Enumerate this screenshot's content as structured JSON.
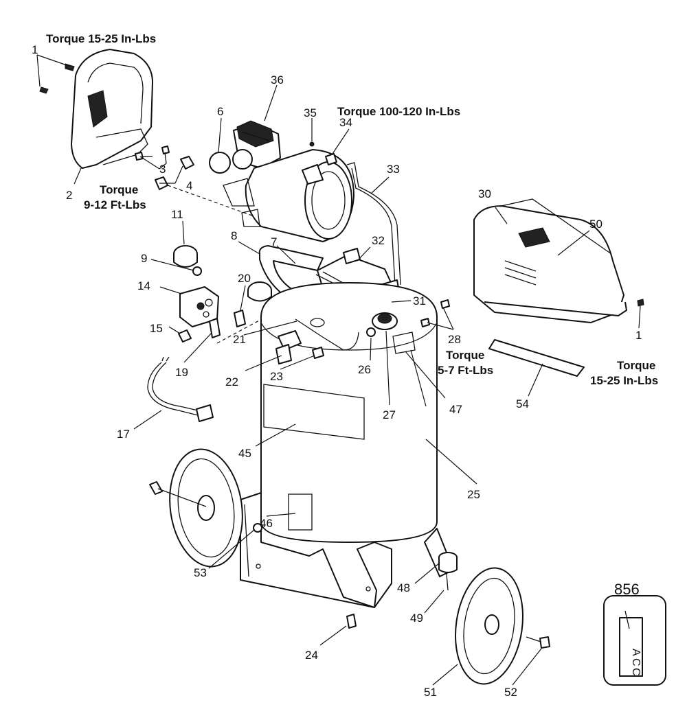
{
  "diagram": {
    "callouts": [
      {
        "n": "1"
      },
      {
        "n": "2"
      },
      {
        "n": "3"
      },
      {
        "n": "4"
      },
      {
        "n": "6"
      },
      {
        "n": "7"
      },
      {
        "n": "8"
      },
      {
        "n": "9"
      },
      {
        "n": "11"
      },
      {
        "n": "14"
      },
      {
        "n": "15"
      },
      {
        "n": "17"
      },
      {
        "n": "19"
      },
      {
        "n": "20"
      },
      {
        "n": "21"
      },
      {
        "n": "22"
      },
      {
        "n": "23"
      },
      {
        "n": "24"
      },
      {
        "n": "25"
      },
      {
        "n": "26"
      },
      {
        "n": "27"
      },
      {
        "n": "28"
      },
      {
        "n": "30"
      },
      {
        "n": "31"
      },
      {
        "n": "32"
      },
      {
        "n": "33"
      },
      {
        "n": "34"
      },
      {
        "n": "35"
      },
      {
        "n": "36"
      },
      {
        "n": "45"
      },
      {
        "n": "46"
      },
      {
        "n": "47"
      },
      {
        "n": "48"
      },
      {
        "n": "49"
      },
      {
        "n": "50"
      },
      {
        "n": "51"
      },
      {
        "n": "52"
      },
      {
        "n": "53"
      },
      {
        "n": "54"
      },
      {
        "n": "1"
      }
    ],
    "torque_notes": [
      {
        "text": "Torque 15-25 In-Lbs"
      },
      {
        "text": "Torque 100-120 In-Lbs"
      },
      {
        "line1": "Torque",
        "line2": "9-12 Ft-Lbs"
      },
      {
        "line1": "Torque",
        "line2": "5-7 Ft-Lbs"
      },
      {
        "line1": "Torque",
        "line2": "15-25 In-Lbs"
      }
    ],
    "accessory_kit": {
      "number": "856",
      "letters": [
        "A",
        "C",
        "C"
      ]
    }
  }
}
